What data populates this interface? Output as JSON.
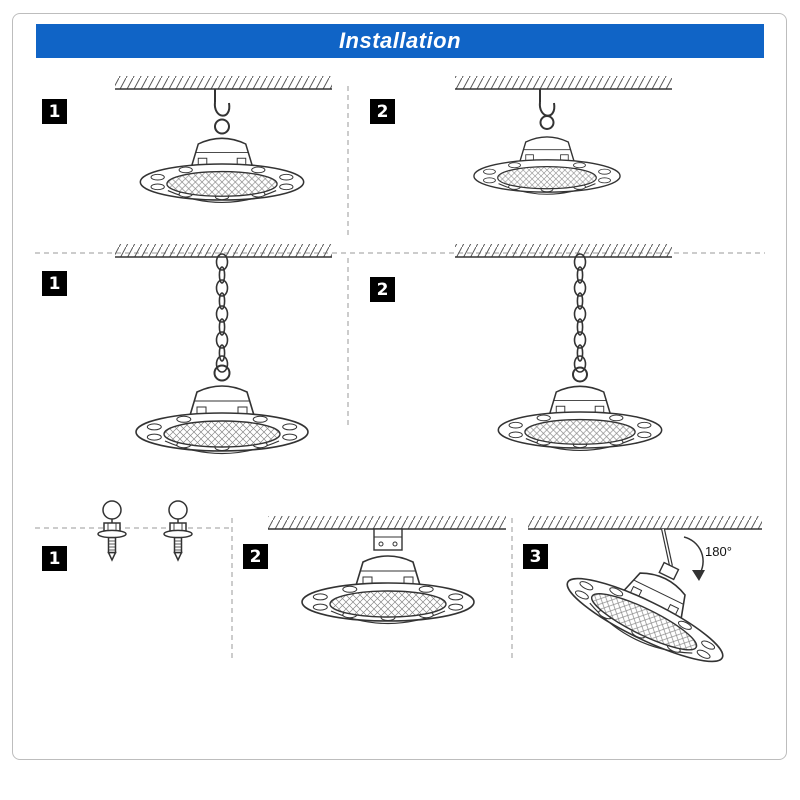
{
  "header": {
    "title": "Installation"
  },
  "sections": {
    "hook_mount": {
      "steps": [
        {
          "label": "1"
        },
        {
          "label": "2"
        }
      ]
    },
    "chain_mount": {
      "steps": [
        {
          "label": "1"
        },
        {
          "label": "2"
        }
      ]
    },
    "bracket_mount": {
      "steps": [
        {
          "label": "1"
        },
        {
          "label": "2"
        },
        {
          "label": "3"
        }
      ]
    }
  },
  "annotations": {
    "rotation_angle": "180°"
  },
  "colors": {
    "header_bg": "#1064c6",
    "header_text": "#ffffff",
    "line_art": "#333333",
    "badge_bg": "#000000",
    "badge_text": "#ffffff"
  }
}
